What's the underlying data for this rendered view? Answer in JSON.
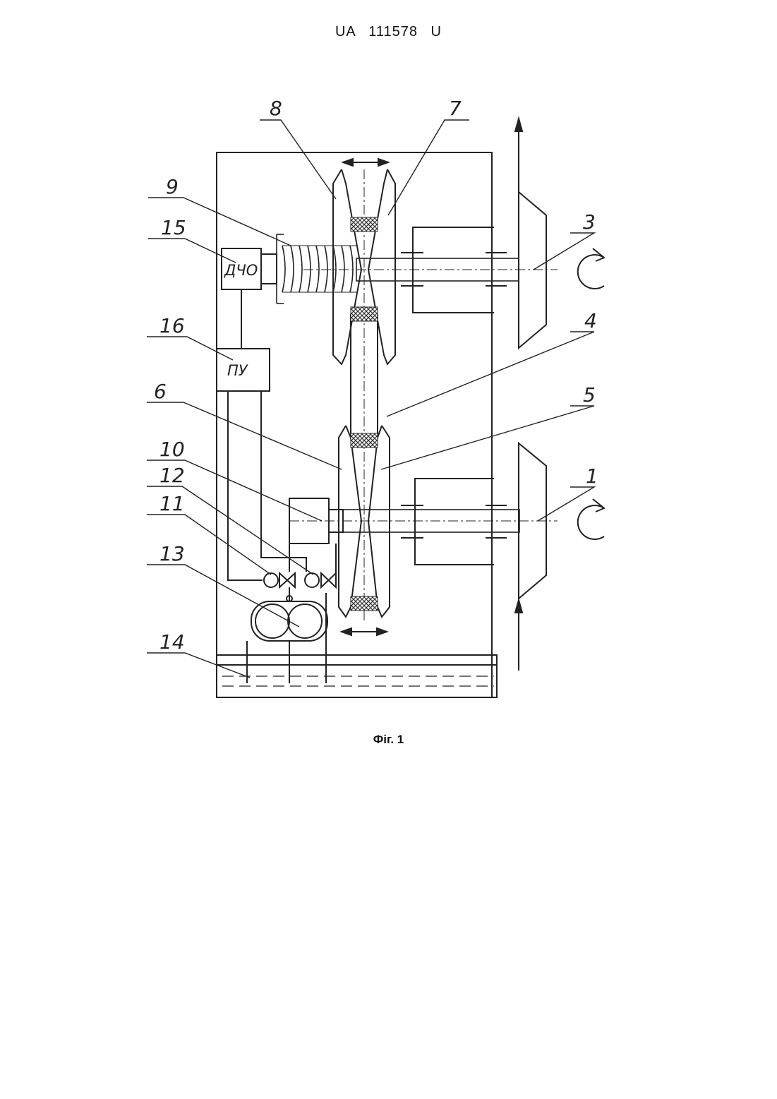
{
  "header": {
    "text": "UA   111578   U"
  },
  "figure": {
    "caption": "Фіг. 1",
    "callouts": [
      "1",
      "3",
      "4",
      "5",
      "6",
      "7",
      "8",
      "9",
      "10",
      "11",
      "12",
      "13",
      "14",
      "15",
      "16"
    ],
    "boxes": {
      "sensor": "ДЧО",
      "controller": "ПУ"
    }
  }
}
